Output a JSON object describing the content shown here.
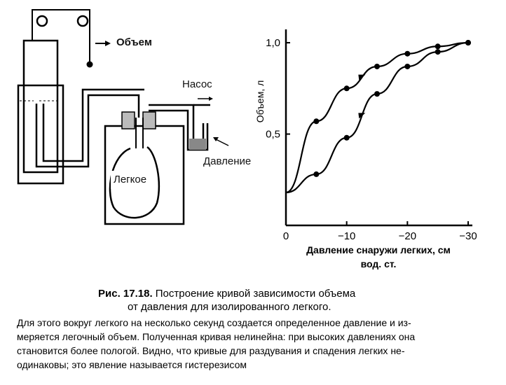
{
  "apparatus": {
    "volume_label": "Объем",
    "pump_label": "Насос",
    "pressure_label": "Давление",
    "lung_label": "Легкое"
  },
  "chart_data": {
    "type": "line",
    "xlabel": "Давление снаружи легких, см вод. ст.",
    "ylabel": "Объем, л",
    "x_ticks": [
      "0",
      "−10",
      "−20",
      "−30"
    ],
    "y_ticks": [
      "0,5",
      "1,0"
    ],
    "xlim": [
      0,
      -30
    ],
    "ylim": [
      0,
      1.05
    ],
    "series": [
      {
        "x": [
          0,
          -5,
          -10,
          -15,
          -20,
          -25,
          -30
        ],
        "y": [
          0.18,
          0.28,
          0.48,
          0.72,
          0.87,
          0.95,
          1.0
        ]
      },
      {
        "x": [
          0,
          -5,
          -10,
          -15,
          -20,
          -25,
          -30
        ],
        "y": [
          0.18,
          0.57,
          0.75,
          0.87,
          0.94,
          0.98,
          1.0
        ]
      }
    ]
  },
  "caption": {
    "title_bold": "Рис. 17.18.",
    "title_rest": " Построение кривой зависимости объема",
    "title_line2": "от давления для изолированного легкого.",
    "lines": [
      "Для этого вокруг легкого на несколько секунд создается определенное давление и из-",
      "меряется легочный объем. Полученная кривая нелинейна: при высоких давлениях она",
      "становится более пологой. Видно, что кривые для раздувания и спадения легких не-",
      "одинаковы; это явление называется гистерезисом"
    ]
  }
}
